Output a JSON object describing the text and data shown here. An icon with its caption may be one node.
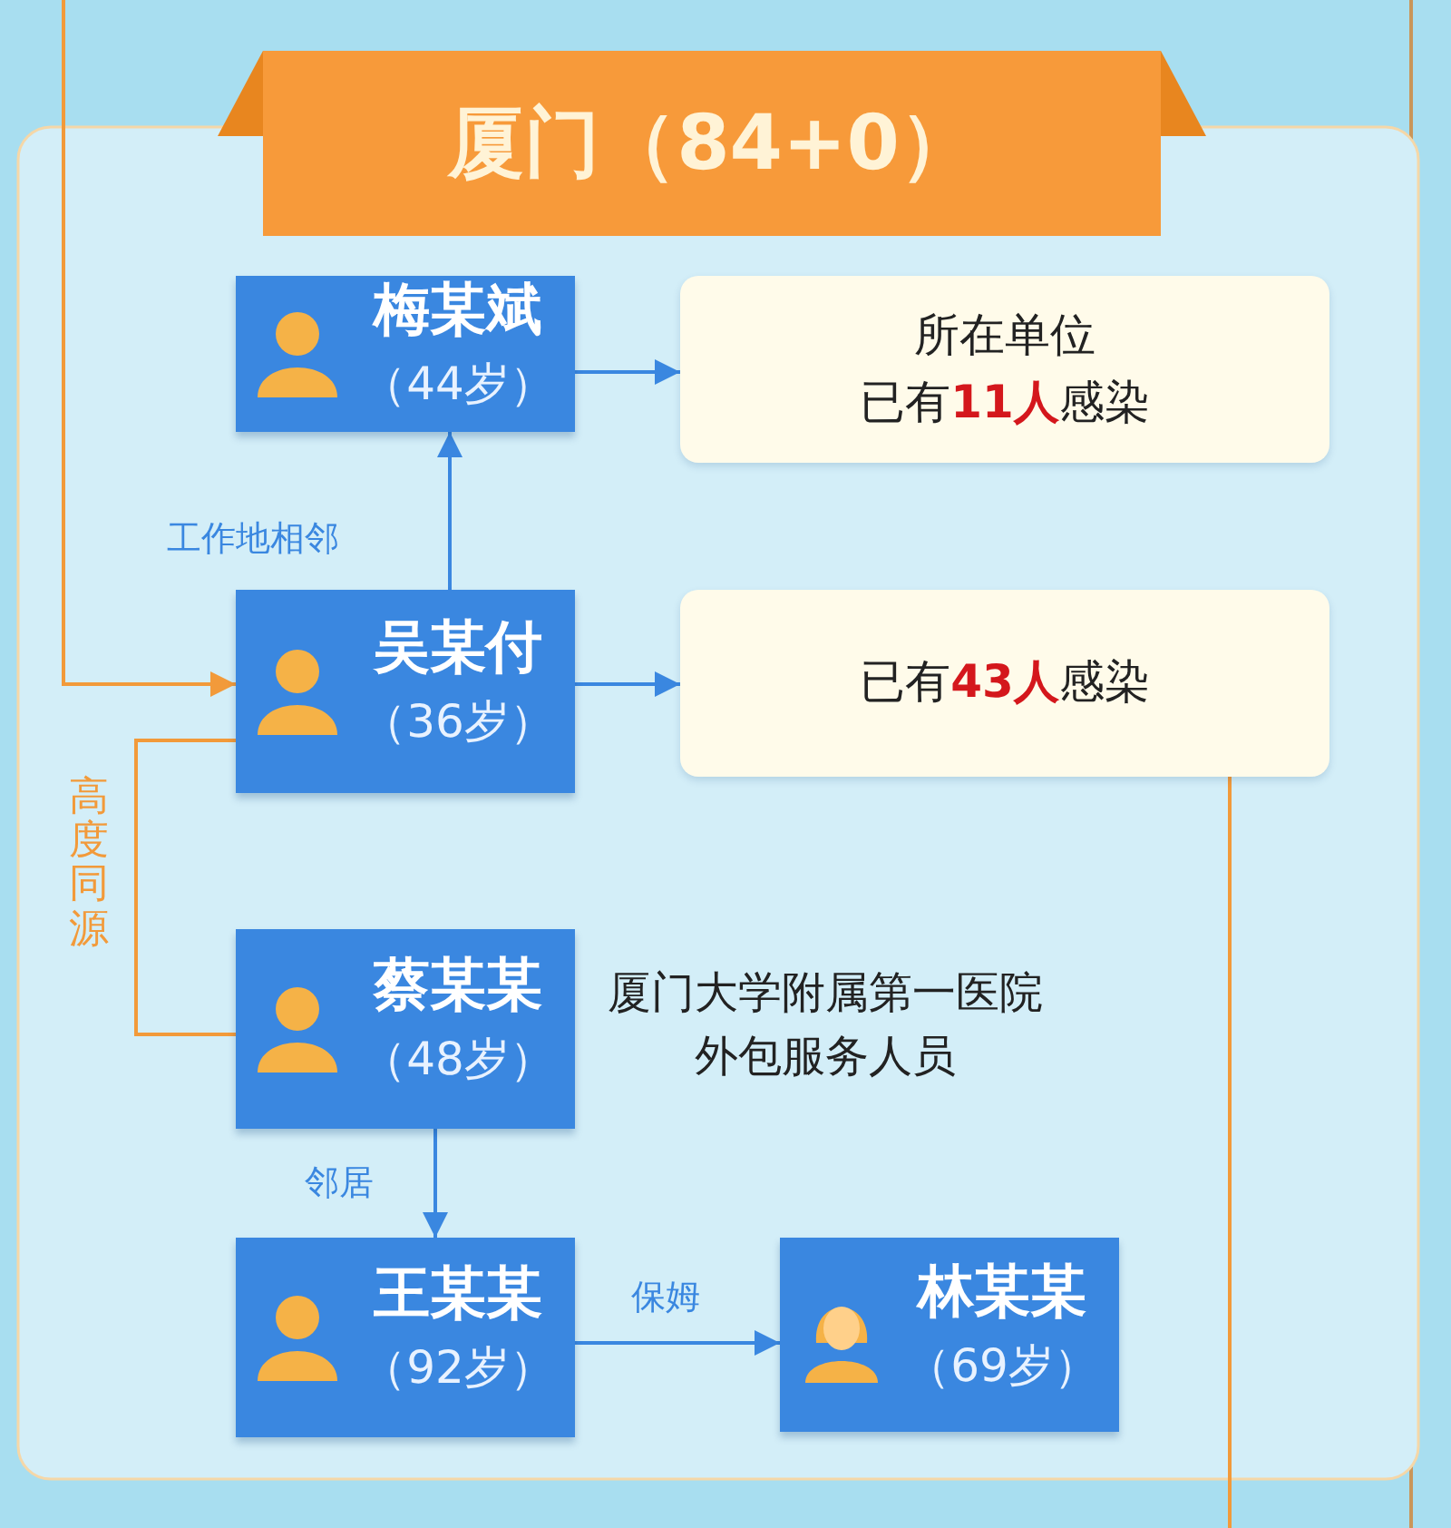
{
  "diagram": {
    "title": "厦门（84+0）",
    "nodes": [
      {
        "text": [
          "梅某斌",
          "（44岁）"
        ]
      },
      {
        "text": [
          "所在单位",
          "已有**11人**感染"
        ]
      },
      {
        "text": [
          "吴某付",
          "（36岁）"
        ]
      },
      {
        "text": [
          "已有**43人**感染"
        ]
      },
      {
        "text": [
          "蔡某某",
          "（48岁）"
        ],
        "beside": [
          "厦门大学附属第一医院外包服务人员"
        ]
      },
      {
        "text": [
          "王某某",
          "（92岁）"
        ]
      },
      {
        "text": [
          "林某某",
          "（69岁）"
        ]
      }
    ],
    "edges": [
      {
        "from": 0,
        "to": 1,
        "arrow": "to"
      },
      {
        "from": 2,
        "to": 0,
        "arrow": "to",
        "label": "工作地相邻"
      },
      {
        "from": 2,
        "to": 3,
        "arrow": "to"
      },
      {
        "from": null,
        "to": 2,
        "arrow": "to",
        "color": "#f29a3a"
      },
      {
        "from": 4,
        "to": 2,
        "arrow": "none",
        "label": "高度同源",
        "color": "#f29a3a"
      },
      {
        "from": 4,
        "to": 5,
        "arrow": "to",
        "label": "邻居"
      },
      {
        "from": 5,
        "to": 6,
        "arrow": "to",
        "label": "保姆"
      },
      {
        "from": 3,
        "to": null,
        "arrow": "none",
        "color": "#f29a3a"
      }
    ]
  }
}
